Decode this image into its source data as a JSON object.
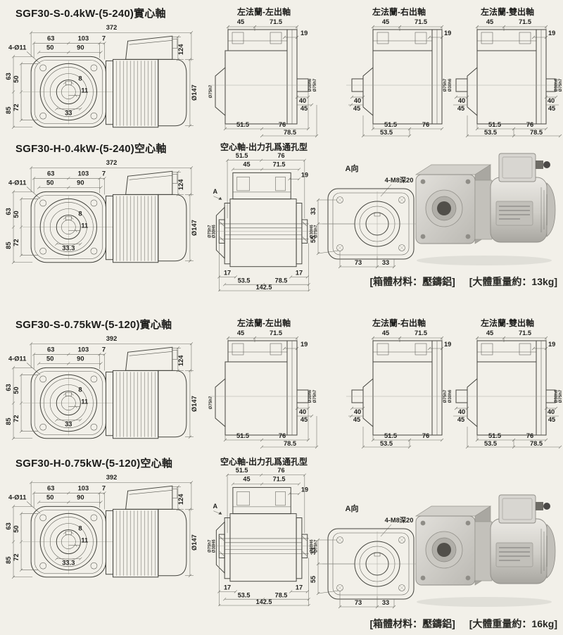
{
  "page": {
    "background": "#f2f0e9",
    "line_color": "#45453f"
  },
  "g": {
    "fh_left": "左法蘭-左出軸",
    "fh_right": "左法蘭-右出軸",
    "fh_double": "左法蘭-雙出軸",
    "hollow_header": "空心軸-出力孔爲通孔型",
    "aview_title": "A向",
    "aview_tap": "4-M8深20",
    "material": "[箱體材料：壓鑄鋁]"
  },
  "f": {
    "t45": "45",
    "t71": "71.5",
    "t19": "19",
    "s40": "40",
    "s45": "45",
    "b51": "51.5",
    "b76": "76",
    "b78": "78.5",
    "b53": "53.5",
    "shaft": "Ø30h6",
    "pilot": "Ø75h7"
  },
  "h": {
    "t51": "51.5",
    "t76": "76",
    "t45": "45",
    "t71": "71.5",
    "t19": "19",
    "a": "A",
    "bore": "Ø30H6",
    "pilot": "Ø75h7",
    "b17": "17",
    "b53": "53.5",
    "b78": "78.5",
    "b142": "142.5"
  },
  "av": {
    "v33": "33",
    "v55": "55",
    "b73": "73",
    "b33": "33"
  },
  "s1": {
    "title": "SGF30-S-0.4kW-(5-240)實心軸",
    "main": {
      "total": "372",
      "t63": "63",
      "t103": "103",
      "t7": "7",
      "t50": "50",
      "t90": "90",
      "bolt": "4-Ø11",
      "l63": "63",
      "l50": "50",
      "l85": "85",
      "l72": "72",
      "c8": "8",
      "c11": "11",
      "c33": "33",
      "m124": "124",
      "d147": "Ø147"
    }
  },
  "s2": {
    "title": "SGF30-H-0.4kW-(5-240)空心軸",
    "main": {
      "total": "372",
      "t63": "63",
      "t103": "103",
      "t7": "7",
      "t50": "50",
      "t90": "90",
      "bolt": "4-Ø11",
      "l63": "63",
      "l50": "50",
      "l85": "85",
      "l72": "72",
      "c8": "8",
      "c11": "11",
      "c33": "33.3",
      "m124": "124",
      "d147": "Ø147"
    },
    "weight": "[大體重量約：13kg]"
  },
  "s3": {
    "title": "SGF30-S-0.75kW-(5-120)實心軸",
    "main": {
      "total": "392",
      "t63": "63",
      "t103": "103",
      "t7": "7",
      "t50": "50",
      "t90": "90",
      "bolt": "4-Ø11",
      "l63": "63",
      "l50": "50",
      "l85": "85",
      "l72": "72",
      "c8": "8",
      "c11": "11",
      "c33": "33",
      "m124": "124",
      "d147": "Ø147"
    }
  },
  "s4": {
    "title": "SGF30-H-0.75kW-(5-120)空心軸",
    "main": {
      "total": "392",
      "t63": "63",
      "t103": "103",
      "t7": "7",
      "t50": "50",
      "t90": "90",
      "bolt": "4-Ø11",
      "l63": "63",
      "l50": "50",
      "l85": "85",
      "l72": "72",
      "c8": "8",
      "c11": "11",
      "c33": "33.3",
      "m124": "124",
      "d147": "Ø147"
    },
    "weight": "[大體重量約：16kg]"
  }
}
